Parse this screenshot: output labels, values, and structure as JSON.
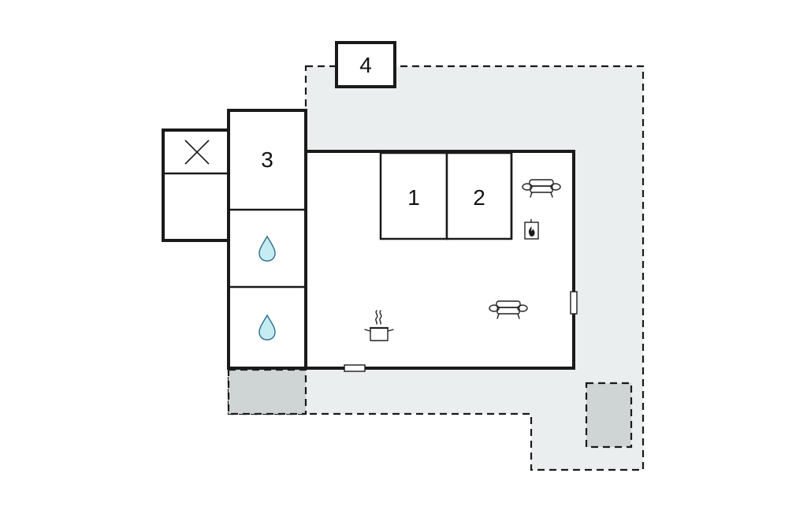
{
  "rooms": {
    "bedroom_1": {
      "label": "1"
    },
    "bedroom_2": {
      "label": "2"
    },
    "room_3": {
      "label": "3"
    },
    "annex_4": {
      "label": "4"
    }
  },
  "icons": {
    "water_drop_upper": "water-drop-icon",
    "water_drop_lower": "water-drop-icon",
    "cross": "cross-icon",
    "sofa_upper": "sofa-icon",
    "sofa_lower": "sofa-icon",
    "stove": "fireplace-icon",
    "pot": "cooking-pot-icon"
  },
  "colors": {
    "terrace_fill": "#ebeeee",
    "parking_fill": "#cfd4d4",
    "wall": "#1a1a1a",
    "water_drop": "#c6ecf3",
    "water_drop_stroke": "#2a6f86",
    "flame": "#1a1a1a"
  }
}
